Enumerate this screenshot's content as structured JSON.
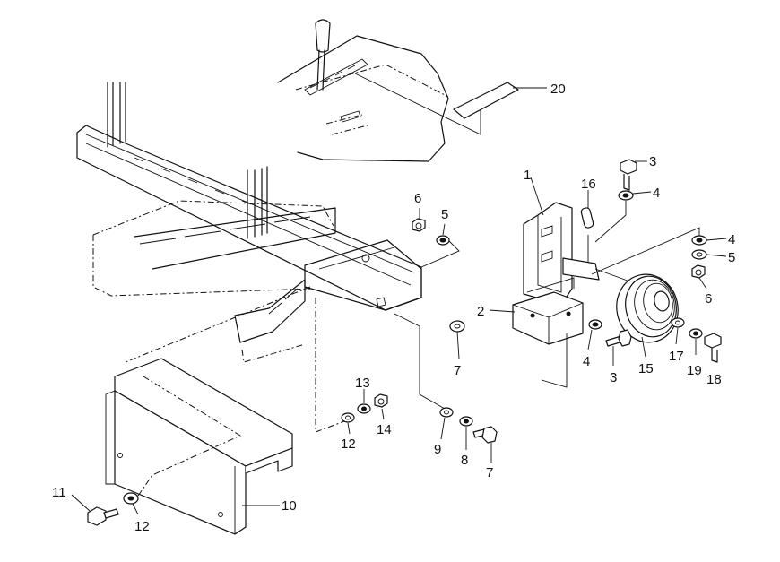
{
  "callouts": [
    {
      "id": "c20",
      "text": "20"
    },
    {
      "id": "c3a",
      "text": "3"
    },
    {
      "id": "c1",
      "text": "1"
    },
    {
      "id": "c16",
      "text": "16"
    },
    {
      "id": "c4a",
      "text": "4"
    },
    {
      "id": "c6a",
      "text": "6"
    },
    {
      "id": "c5a",
      "text": "5"
    },
    {
      "id": "c4b",
      "text": "4"
    },
    {
      "id": "c5b",
      "text": "5"
    },
    {
      "id": "c6b",
      "text": "6"
    },
    {
      "id": "c2",
      "text": "2"
    },
    {
      "id": "c7a",
      "text": "7"
    },
    {
      "id": "c4c",
      "text": "4"
    },
    {
      "id": "c3b",
      "text": "3"
    },
    {
      "id": "c15",
      "text": "15"
    },
    {
      "id": "c17",
      "text": "17"
    },
    {
      "id": "c19",
      "text": "19"
    },
    {
      "id": "c18",
      "text": "18"
    },
    {
      "id": "c13",
      "text": "13"
    },
    {
      "id": "c14",
      "text": "14"
    },
    {
      "id": "c12a",
      "text": "12"
    },
    {
      "id": "c9",
      "text": "9"
    },
    {
      "id": "c8",
      "text": "8"
    },
    {
      "id": "c7b",
      "text": "7"
    },
    {
      "id": "c11",
      "text": "11"
    },
    {
      "id": "c12b",
      "text": "12"
    },
    {
      "id": "c10",
      "text": "10"
    }
  ]
}
